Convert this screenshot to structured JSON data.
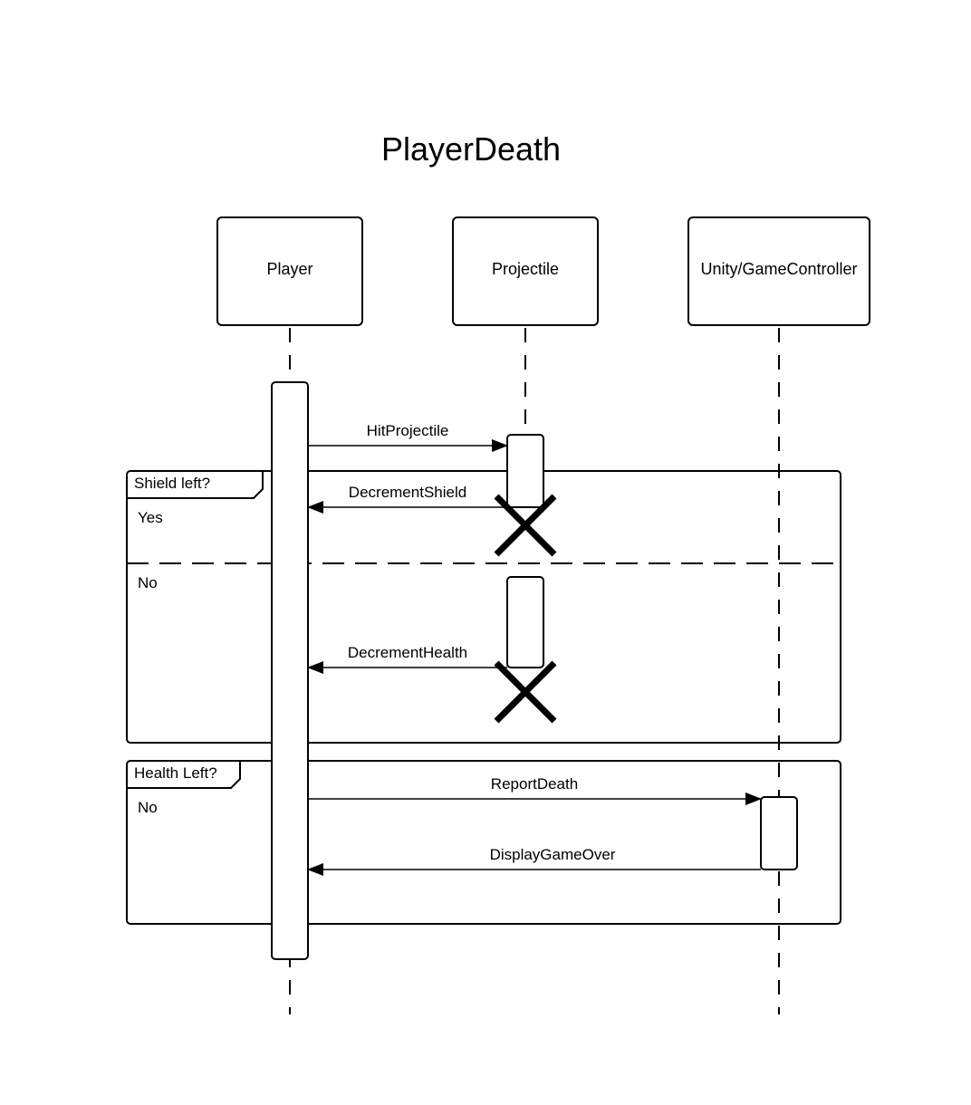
{
  "title": "PlayerDeath",
  "participants": [
    {
      "id": "player",
      "label": "Player"
    },
    {
      "id": "projectile",
      "label": "Projectile"
    },
    {
      "id": "game-controller",
      "label": "Unity/GameController"
    }
  ],
  "fragments": [
    {
      "operator_label": "Shield left?",
      "operands": [
        {
          "guard": "Yes"
        },
        {
          "guard": "No"
        }
      ]
    },
    {
      "operator_label": "Health Left?",
      "operands": [
        {
          "guard": "No"
        }
      ]
    }
  ],
  "messages": [
    {
      "label": "HitProjectile",
      "from": "Player",
      "to": "Projectile"
    },
    {
      "label": "DecrementShield",
      "from": "Projectile",
      "to": "Player"
    },
    {
      "label": "DecrementHealth",
      "from": "Projectile",
      "to": "Player"
    },
    {
      "label": "ReportDeath",
      "from": "Player",
      "to": "Unity/GameController"
    },
    {
      "label": "DisplayGameOver",
      "from": "Unity/GameController",
      "to": "Player"
    }
  ]
}
